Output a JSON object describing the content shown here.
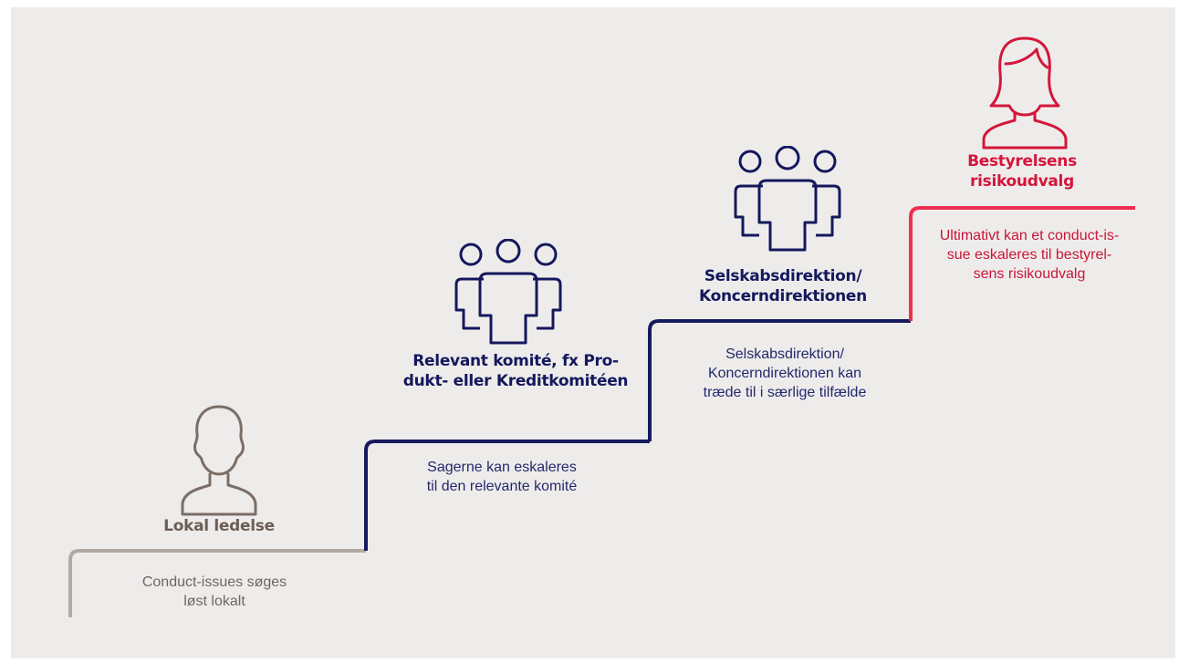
{
  "colors": {
    "background": "#eeeceb",
    "step1": "#b2aaa1",
    "step2": "#16195e",
    "step3": "#16195e",
    "step4": "#ef2f4d",
    "title1": "#6b5e55",
    "title_navy": "#14185c",
    "title_red": "#d4163b",
    "desc_gray": "#6e6762",
    "desc_navy": "#23286b",
    "desc_red": "#c91538"
  },
  "steps": [
    {
      "icon": "person-icon",
      "title": "Lokal ledelse",
      "desc_lines": [
        "Conduct-issues søges",
        "løst lokalt"
      ]
    },
    {
      "icon": "group-icon",
      "title_lines": [
        "Relevant komité, fx Pro-",
        "dukt- eller Kreditkomitéen"
      ],
      "desc_lines": [
        "Sagerne kan eskaleres",
        "til den relevante komité"
      ]
    },
    {
      "icon": "group-icon",
      "title_lines": [
        "Selskabsdirektion/",
        "Koncerndirektionen"
      ],
      "desc_lines": [
        "Selskabsdirektion/",
        "Koncerndirektionen kan",
        "træde til i særlige tilfælde"
      ]
    },
    {
      "icon": "woman-icon",
      "title_lines": [
        "Bestyrelsens",
        "risikoudvalg"
      ],
      "desc_lines": [
        "Ultimativt kan et conduct-is-",
        "sue eskaleres til bestyrel-",
        "sens risikoudvalg"
      ]
    }
  ]
}
